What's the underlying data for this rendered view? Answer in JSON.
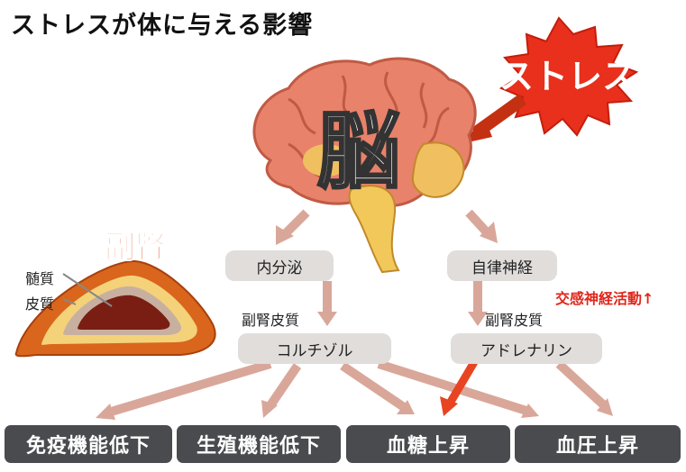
{
  "title": "ストレスが体に与える影響",
  "stress_label": "ストレス",
  "brain_label": "脳",
  "adrenal": {
    "title": "副腎",
    "medulla_label": "髄質",
    "cortex_label": "皮質"
  },
  "nodes": {
    "hypothalamus": "内分泌",
    "autonomic": "自律神経",
    "cortisol": "コルチゾル",
    "adrenaline": "アドレナリン",
    "adrenal_cortex_left": "副腎皮質",
    "adrenal_cortex_right": "副腎皮質",
    "sympathetic": "交感神経活動↑"
  },
  "effects": [
    "免疫機能低下",
    "生殖機能低下",
    "血糖上昇",
    "血圧上昇"
  ],
  "colors": {
    "stress_burst": "#e8301c",
    "brain": "#e8826a",
    "arrow": "#d9a79a",
    "red_arrow": "#e84422",
    "effect_box": "#4a4b4f"
  }
}
